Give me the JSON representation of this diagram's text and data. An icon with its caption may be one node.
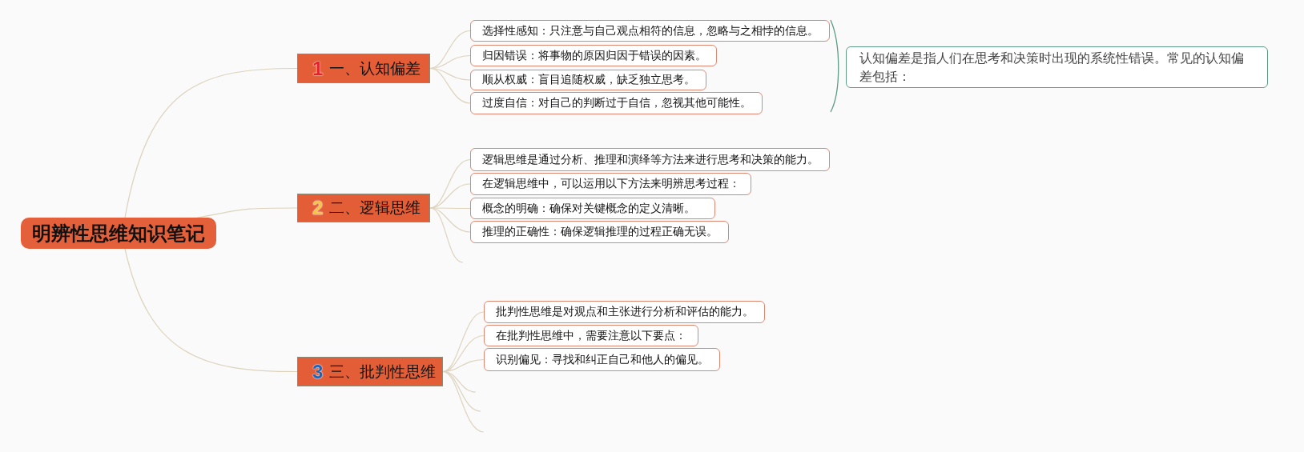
{
  "diagram": {
    "nodes": [
      {
        "text": [
          "明辨性思维知识笔记"
        ]
      },
      {
        "text": [
          "1",
          "一、认知偏差"
        ]
      },
      {
        "text": [
          "选择性感知：只注意与自己观点相符的信息，忽略与之相悖的信息。"
        ]
      },
      {
        "text": [
          "归因错误：将事物的原因归因于错误的因素。"
        ]
      },
      {
        "text": [
          "顺从权威：盲目追随权威，缺乏独立思考。"
        ]
      },
      {
        "text": [
          "过度自信：对自己的判断过于自信，忽视其他可能性。"
        ]
      },
      {
        "text": [
          "认知偏差是指人们在思考和决策时出现的系统性错误。常见的认知偏差包括："
        ]
      },
      {
        "text": [
          "2",
          "二、逻辑思维"
        ]
      },
      {
        "text": [
          "逻辑思维是通过分析、推理和演绎等方法来进行思考和决策的能力。"
        ]
      },
      {
        "text": [
          "在逻辑思维中，可以运用以下方法来明辨思考过程："
        ]
      },
      {
        "text": [
          "概念的明确：确保对关键概念的定义清晰。"
        ]
      },
      {
        "text": [
          "推理的正确性：确保逻辑推理的过程正确无误。"
        ]
      },
      {
        "text": [
          "3",
          "三、批判性思维"
        ]
      },
      {
        "text": [
          "批判性思维是对观点和主张进行分析和评估的能力。"
        ]
      },
      {
        "text": [
          "在批判性思维中，需要注意以下要点："
        ]
      },
      {
        "text": [
          "识别偏见：寻找和纠正自己和他人的偏见。"
        ]
      }
    ],
    "edges": [
      {
        "from": 0,
        "to": 1,
        "arrow": "none"
      },
      {
        "from": 0,
        "to": 7,
        "arrow": "none"
      },
      {
        "from": 0,
        "to": 12,
        "arrow": "none"
      },
      {
        "from": 1,
        "to": 2,
        "arrow": "none"
      },
      {
        "from": 1,
        "to": 3,
        "arrow": "none"
      },
      {
        "from": 1,
        "to": 4,
        "arrow": "none"
      },
      {
        "from": 1,
        "to": 5,
        "arrow": "none"
      },
      {
        "from": 7,
        "to": 8,
        "arrow": "none"
      },
      {
        "from": 7,
        "to": 9,
        "arrow": "none"
      },
      {
        "from": 7,
        "to": 10,
        "arrow": "none"
      },
      {
        "from": 7,
        "to": 11,
        "arrow": "none"
      },
      {
        "from": 7,
        "to": null,
        "arrow": "none"
      },
      {
        "from": 12,
        "to": 13,
        "arrow": "none"
      },
      {
        "from": 12,
        "to": 14,
        "arrow": "none"
      },
      {
        "from": 12,
        "to": 15,
        "arrow": "none"
      },
      {
        "from": 12,
        "to": null,
        "arrow": "none"
      },
      {
        "from": 12,
        "to": null,
        "arrow": "none"
      },
      {
        "from": 12,
        "to": null,
        "arrow": "none"
      }
    ]
  }
}
